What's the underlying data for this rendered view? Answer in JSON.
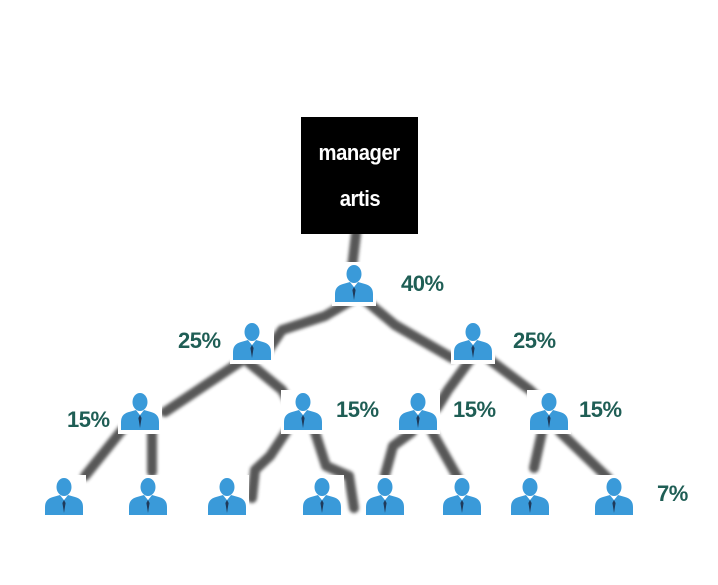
{
  "root": {
    "line1": "manager",
    "line2": "artis"
  },
  "percentages": {
    "level1": "40%",
    "level2_left": "25%",
    "level2_right": "25%",
    "level3_a": "15%",
    "level3_b": "15%",
    "level3_c": "15%",
    "level3_d": "15%",
    "level4": "7%"
  },
  "colors": {
    "person_icon": "#3a9ad9",
    "connector": "#4a4a4a",
    "root_box": "#000000",
    "root_text": "#ffffff",
    "percentage_text": "#1f5e55"
  },
  "icons": {
    "node": "person-icon"
  }
}
